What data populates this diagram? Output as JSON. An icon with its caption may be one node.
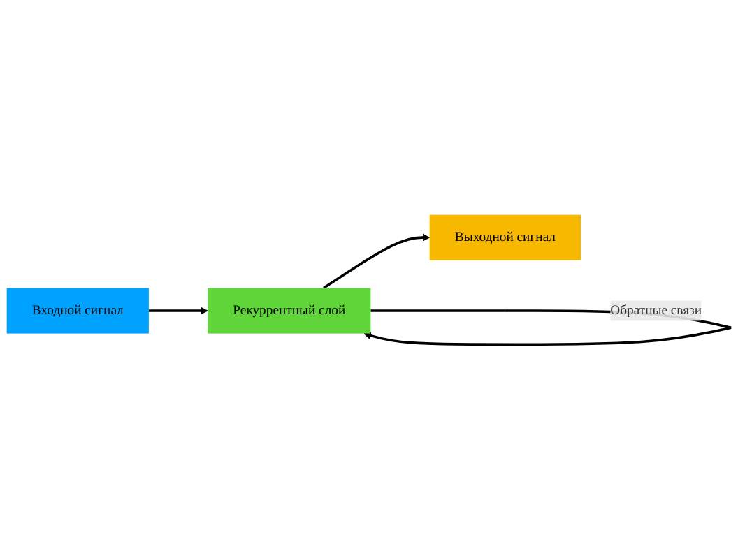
{
  "diagram": {
    "nodes": [
      {
        "text": [
          "Входной сигнал"
        ]
      },
      {
        "text": [
          "Рекуррентный слой"
        ]
      },
      {
        "text": [
          "Выходной сигнал"
        ]
      }
    ],
    "edges": [
      {
        "from": 0,
        "to": 1,
        "arrow": "to"
      },
      {
        "from": 1,
        "to": 1,
        "arrow": "to",
        "label": "Обратные связи"
      },
      {
        "from": 1,
        "to": 2,
        "arrow": "to"
      }
    ]
  }
}
